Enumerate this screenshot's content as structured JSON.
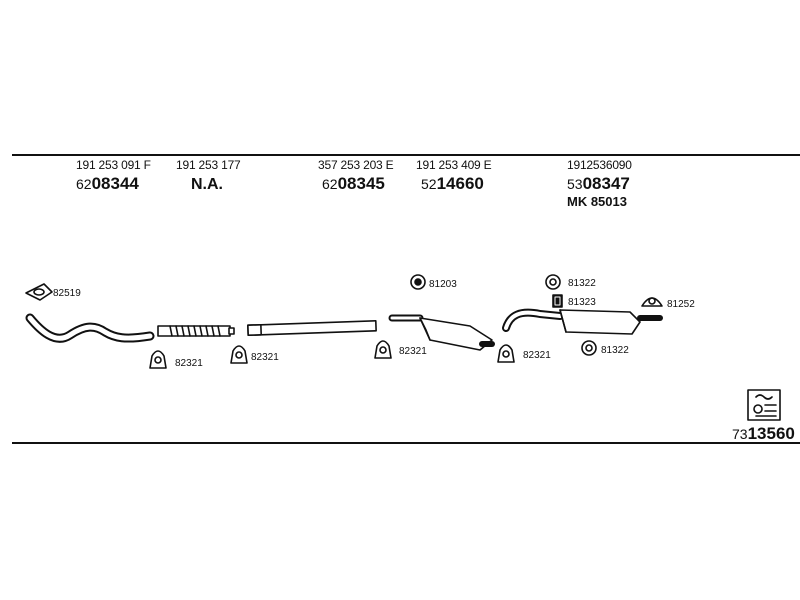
{
  "columns": [
    {
      "oem": "191 253 091 F",
      "code_prefix": "62",
      "code_main": "08344"
    },
    {
      "oem": "191 253 177",
      "code_na": "N.A."
    },
    {
      "oem": "357 253 203 E",
      "code_prefix": "62",
      "code_main": "08345"
    },
    {
      "oem": "191 253 409 E",
      "code_prefix": "52",
      "code_main": "14660"
    },
    {
      "oem": "1912536090",
      "code_prefix": "53",
      "code_main": "08347",
      "mk": "MK 85013"
    }
  ],
  "parts": {
    "p82519": "82519",
    "p82321_a": "82321",
    "p82321_b": "82321",
    "p82321_c": "82321",
    "p82321_d": "82321",
    "p81203": "81203",
    "p81322_a": "81322",
    "p81323": "81323",
    "p81322_b": "81322",
    "p81252": "81252"
  },
  "diagram_code": {
    "prefix": "73",
    "main": "13560"
  },
  "colors": {
    "ink": "#111111",
    "background": "#ffffff"
  }
}
